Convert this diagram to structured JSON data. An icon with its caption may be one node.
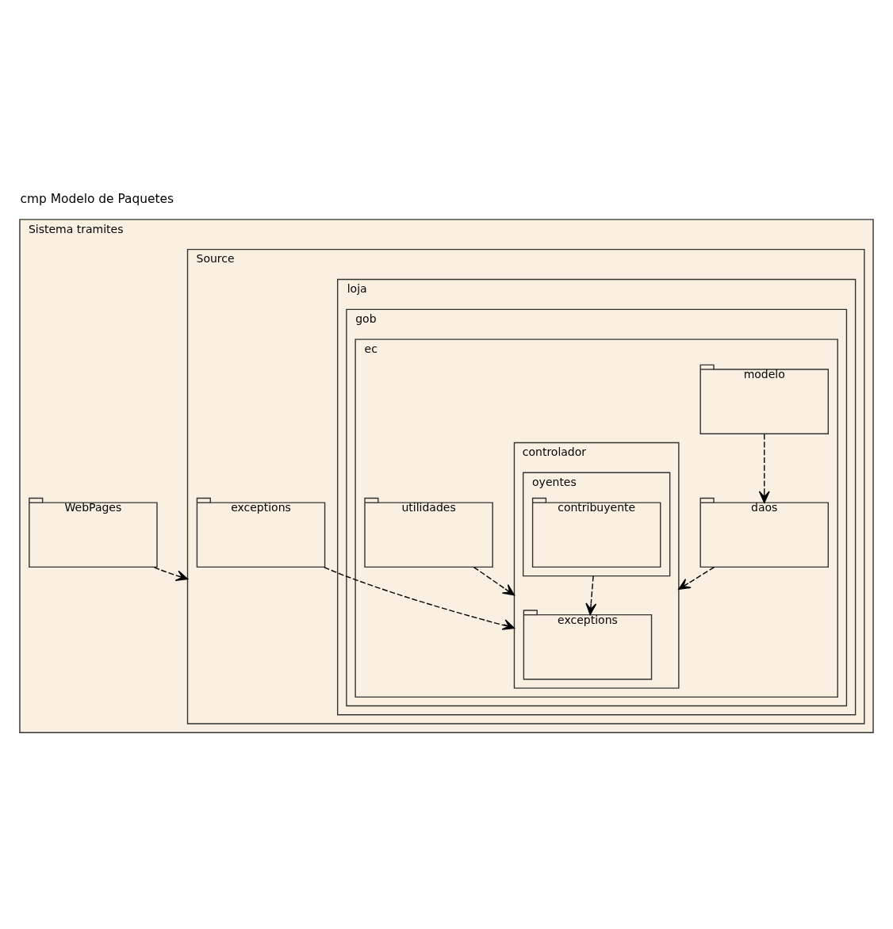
{
  "diagram": {
    "title": "cmp Modelo de Paquetes",
    "nodes": [
      {
        "text": [
          "Sistema tramites"
        ]
      },
      {
        "text": [
          "WebPages"
        ],
        "in": 0
      },
      {
        "text": [
          "Source"
        ],
        "in": 0
      },
      {
        "text": [
          "loja"
        ],
        "in": 2
      },
      {
        "text": [
          "gob"
        ],
        "in": 3
      },
      {
        "text": [
          "ec"
        ],
        "in": 4
      },
      {
        "text": [
          "controlador"
        ],
        "in": 5
      },
      {
        "text": [
          "exceptions"
        ],
        "in": 6
      },
      {
        "text": [
          "oyentes"
        ],
        "in": 6
      },
      {
        "text": [
          "contribuyente"
        ],
        "in": 8
      },
      {
        "text": [
          "exceptions"
        ],
        "in": 2
      },
      {
        "text": [
          "daos"
        ],
        "in": 5
      },
      {
        "text": [
          "modelo"
        ],
        "in": 5
      },
      {
        "text": [
          "utilidades"
        ],
        "in": 5
      }
    ],
    "edges": [
      {
        "from": 1,
        "to": 2,
        "arrow": "to",
        "style": "dashed"
      },
      {
        "from": 8,
        "to": 7,
        "arrow": "to",
        "style": "dashed"
      },
      {
        "from": 10,
        "to": 6,
        "arrow": "to",
        "style": "dashed"
      },
      {
        "from": 11,
        "to": 6,
        "arrow": "to",
        "style": "dashed"
      },
      {
        "from": 12,
        "to": 11,
        "arrow": "to",
        "style": "dashed"
      },
      {
        "from": 13,
        "to": 6,
        "arrow": "to",
        "style": "dashed"
      }
    ]
  }
}
